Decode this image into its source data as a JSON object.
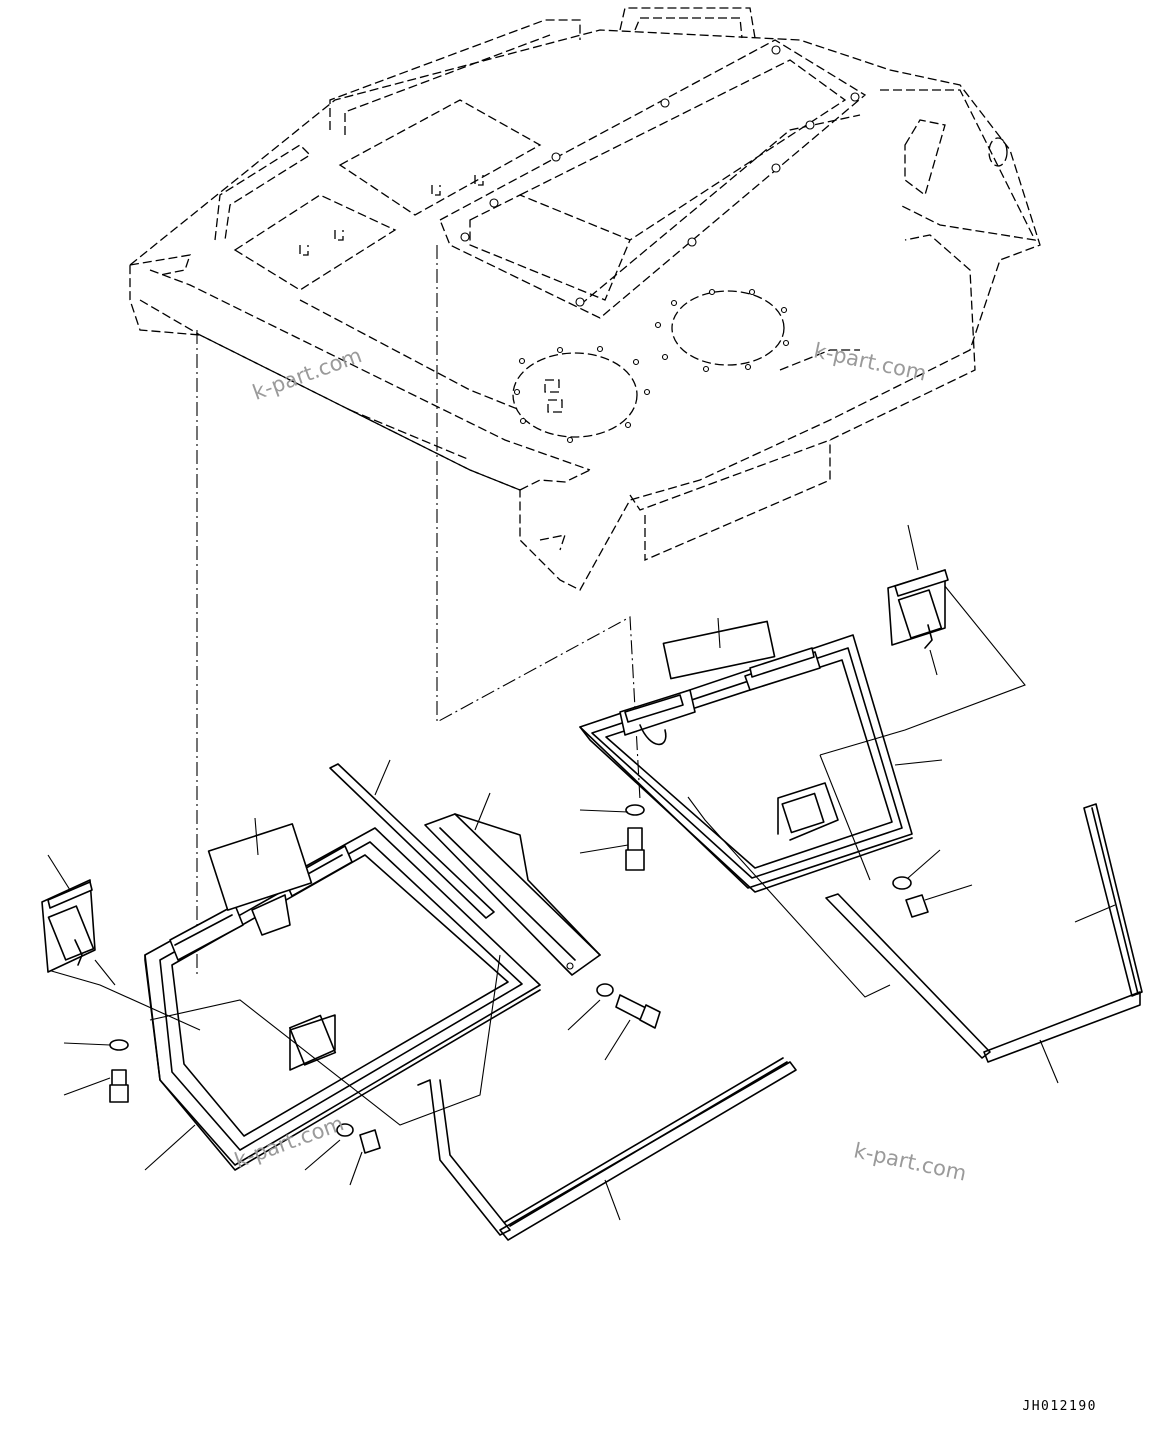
{
  "drawing": {
    "code": "JH012190",
    "watermark": "k-part.com"
  },
  "colors": {
    "line": "#000000",
    "watermark": "#9a9a9a",
    "background": "#ffffff"
  },
  "parts": [
    "cab-body-outline",
    "left-floor-frame",
    "right-floor-frame",
    "left-wiper-motor",
    "right-wiper-motor",
    "center-rail",
    "center-cover",
    "left-seal-strip",
    "right-seal-strip",
    "bolts-washers-nuts"
  ]
}
